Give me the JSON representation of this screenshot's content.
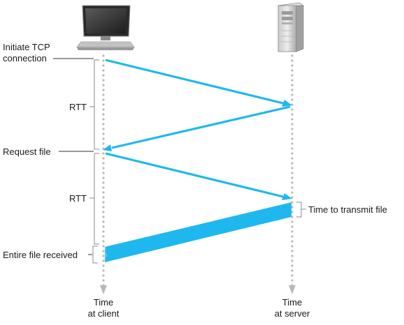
{
  "labels": {
    "initiate_line1": "Initiate TCP",
    "initiate_line2": "connection",
    "rtt_first": "RTT",
    "request_file": "Request file",
    "rtt_second": "RTT",
    "transmit_time": "Time to transmit file",
    "entire_file": "Entire file received",
    "client_time_line1": "Time",
    "client_time_line2": "at client",
    "server_time_line1": "Time",
    "server_time_line2": "at server"
  },
  "icons": {
    "client": "desktop-computer-icon",
    "server": "server-tower-icon"
  },
  "colors": {
    "message": "#1fb8ee",
    "timeline": "#b9b9b9",
    "bracket": "#8a8a8a",
    "text": "#1a1a1a"
  }
}
